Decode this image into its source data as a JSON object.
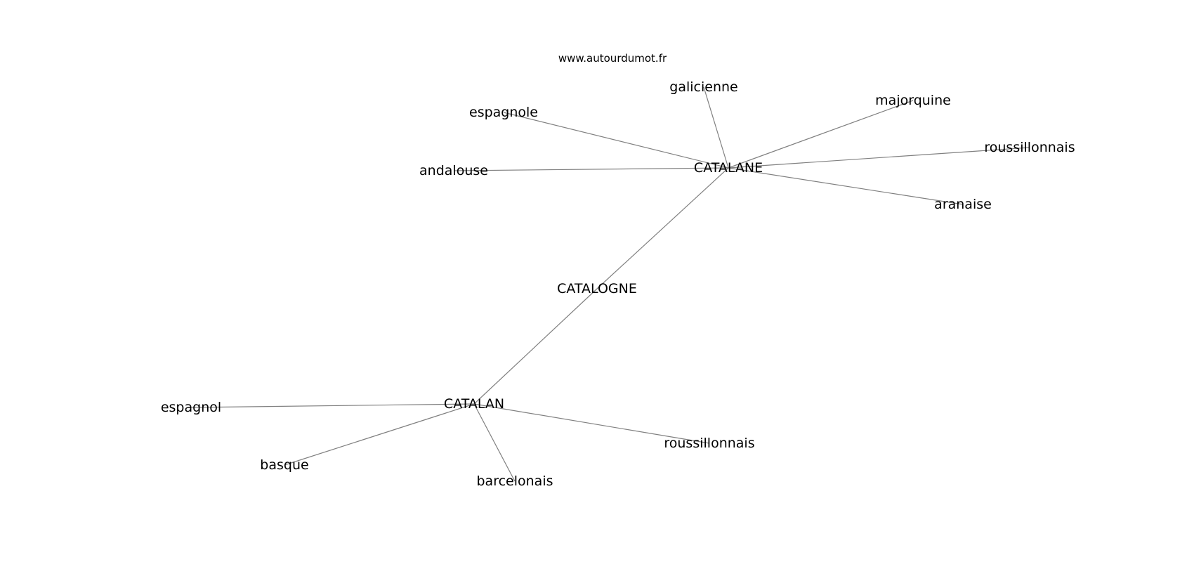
{
  "watermark": "www.autourdumot.fr",
  "nodes": [
    {
      "id": "catalogne",
      "label": "CATALOGNE"
    },
    {
      "id": "catalane",
      "label": "CATALANE"
    },
    {
      "id": "catalan",
      "label": "CATALAN"
    },
    {
      "id": "galicienne",
      "label": "galicienne"
    },
    {
      "id": "espagnole",
      "label": "espagnole"
    },
    {
      "id": "majorquine",
      "label": "majorquine"
    },
    {
      "id": "roussillonnais_1",
      "label": "roussillonnais"
    },
    {
      "id": "andalouse",
      "label": "andalouse"
    },
    {
      "id": "aranaise",
      "label": "aranaise"
    },
    {
      "id": "espagnol",
      "label": "espagnol"
    },
    {
      "id": "basque",
      "label": "basque"
    },
    {
      "id": "barcelonais",
      "label": "barcelonais"
    },
    {
      "id": "roussillonnais_2",
      "label": "roussillonnais"
    }
  ],
  "edges": [
    [
      "catalogne",
      "catalane"
    ],
    [
      "catalogne",
      "catalan"
    ],
    [
      "catalane",
      "galicienne"
    ],
    [
      "catalane",
      "espagnole"
    ],
    [
      "catalane",
      "majorquine"
    ],
    [
      "catalane",
      "roussillonnais_1"
    ],
    [
      "catalane",
      "andalouse"
    ],
    [
      "catalane",
      "aranaise"
    ],
    [
      "catalan",
      "espagnol"
    ],
    [
      "catalan",
      "basque"
    ],
    [
      "catalan",
      "barcelonais"
    ],
    [
      "catalan",
      "roussillonnais_2"
    ]
  ]
}
